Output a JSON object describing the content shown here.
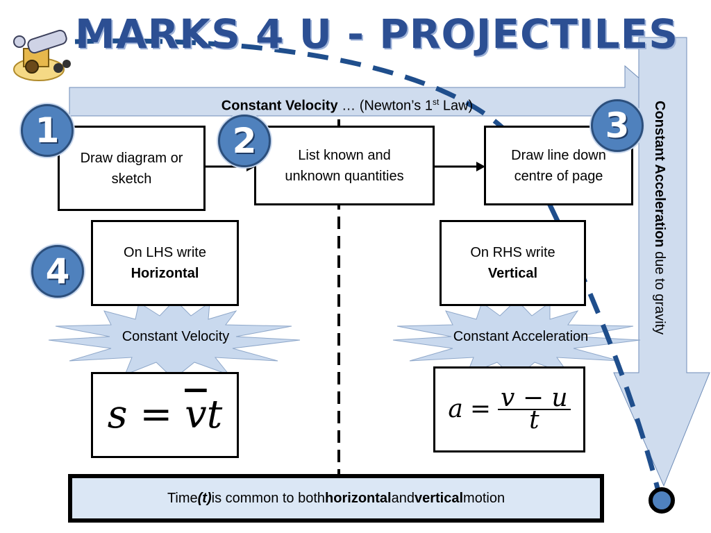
{
  "title": "MARKS 4 U - PROJECTILES",
  "horizontal_arrow": {
    "bold": "Constant Velocity",
    "rest": " … (Newton’s 1",
    "sup": "st",
    "end": " Law)"
  },
  "vertical_arrow": {
    "bold": "Constant Acceleration",
    "rest": " due to gravity"
  },
  "steps": [
    {
      "number": "1",
      "text": "Draw diagram or sketch"
    },
    {
      "number": "2",
      "text": "List known and unknown quantities"
    },
    {
      "number": "3",
      "text": "Draw line down centre of page"
    },
    {
      "number": "4",
      "text": ""
    }
  ],
  "lhs": {
    "line1": "On LHS write",
    "bold": "Horizontal"
  },
  "rhs": {
    "line1": "On RHS write",
    "bold": "Vertical"
  },
  "bursts": {
    "left": "Constant Velocity",
    "right": "Constant Acceleration"
  },
  "formula_left": {
    "lhs": "s",
    "eq": "=",
    "v": "v",
    "t": "t"
  },
  "formula_right": {
    "lhs": "a",
    "eq": "=",
    "numerator": "v − u",
    "denominator": "t"
  },
  "footer": {
    "pre": "Time ",
    "t": "(t)",
    "mid1": " is common to both ",
    "b1": "horizontal",
    "mid2": " and ",
    "b2": "vertical",
    "post": " motion"
  },
  "colors": {
    "title": "#2c4f93",
    "arrow_fill": "#cfdcee",
    "badge": "#4f81bd",
    "trajectory": "#1f4e8c",
    "burst_fill": "#c9d9ee",
    "footer_fill": "#dbe7f5"
  }
}
